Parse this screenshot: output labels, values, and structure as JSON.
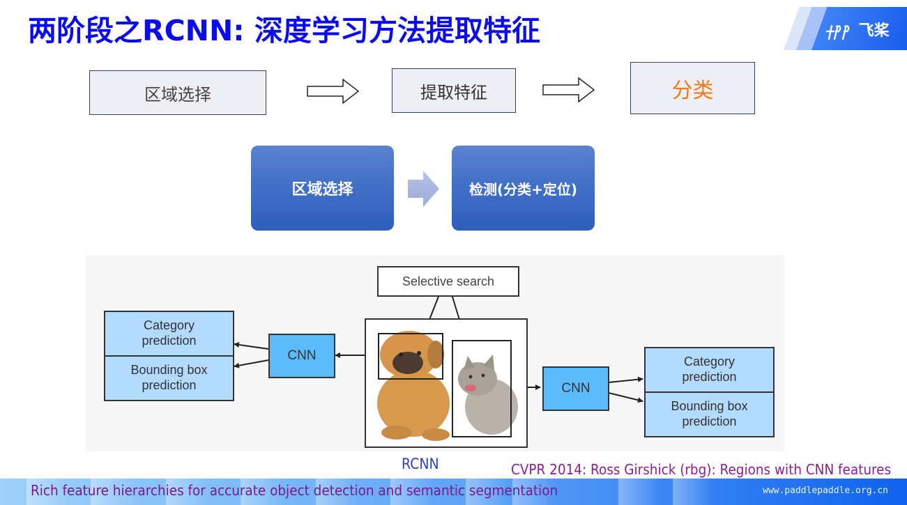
{
  "slide": {
    "title": "两阶段之RCNN: 深度学习方法提取特征",
    "logo_text": "飞桨",
    "logo_mark": "⺅Ƥ",
    "colors": {
      "title": "#0b0bf0",
      "accent_orange": "#f07a1a",
      "blue_box": "#4572c9",
      "cnn_box": "#5cbcfb",
      "prediction_box": "#b3daff",
      "footer_text": "#7a1a8c"
    }
  },
  "pipeline_top": {
    "steps": [
      {
        "label": "区域选择"
      },
      {
        "label": "提取特征"
      },
      {
        "label": "分类"
      }
    ],
    "arrow_icon": "hollow-right-arrow-icon"
  },
  "pipeline_blue": {
    "steps": [
      {
        "label": "区域选择"
      },
      {
        "label": "检测(分类+定位)"
      }
    ],
    "arrow_icon": "right-arrow-icon"
  },
  "diagram": {
    "selective_search": "Selective search",
    "left_cnn": "CNN",
    "right_cnn": "CNN",
    "left_predictions": [
      "Category\nprediction",
      "Bounding box\nprediction"
    ],
    "right_predictions": [
      "Category\nprediction",
      "Bounding box\nprediction"
    ],
    "image_subjects": [
      "dog",
      "cat"
    ]
  },
  "captions": {
    "rcnn": "RCNN",
    "cvpr": "CVPR 2014: Ross Girshick (rbg):  Regions with CNN features"
  },
  "footer": {
    "paper_title": "Rich feature hierarchies for accurate object detection and semantic segmentation",
    "url": "www.paddlepaddle.org.cn"
  }
}
